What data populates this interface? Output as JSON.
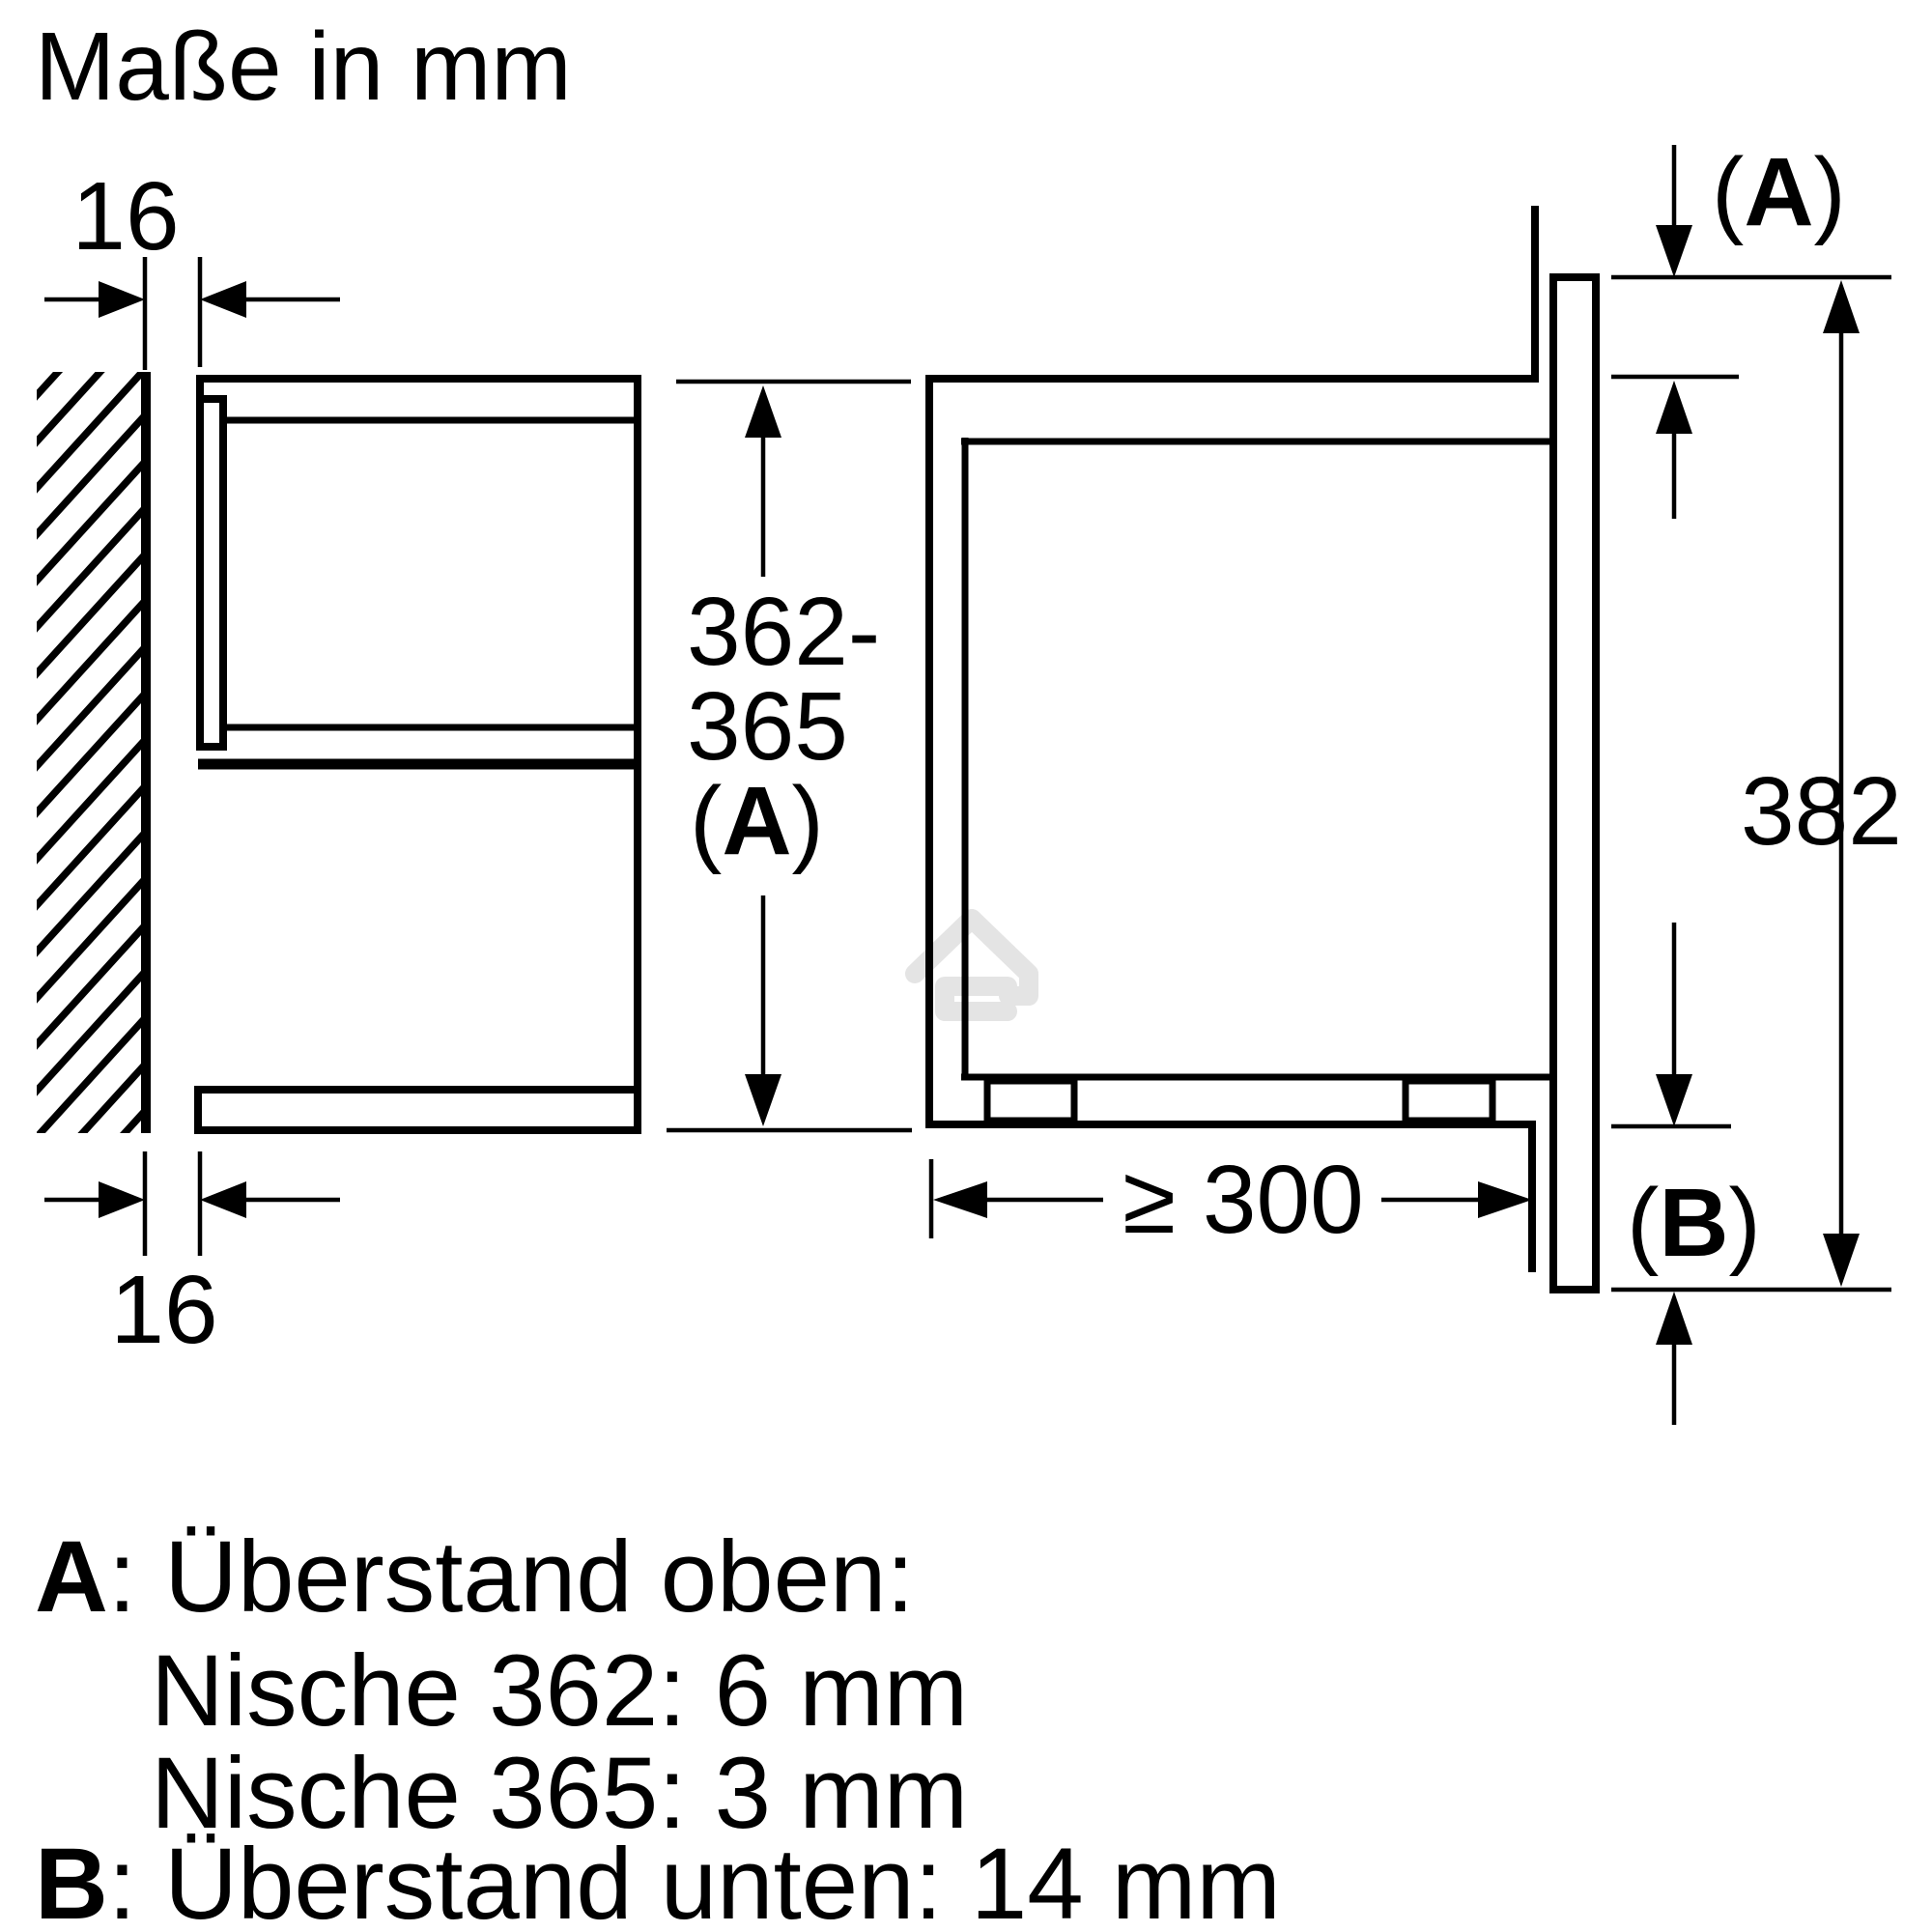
{
  "title": "Maße in mm",
  "colors": {
    "ink": "#000000",
    "background": "#ffffff",
    "watermark": "#e4e4e4"
  },
  "icons": {
    "watermark": "house-logo"
  },
  "left_figure": {
    "gap_top": "16",
    "gap_bottom": "16",
    "niche_height": {
      "line1": "362-",
      "line2": "365",
      "label_open": "(",
      "label_letter": "A",
      "label_close": ")"
    }
  },
  "right_figure": {
    "overhang_top": {
      "open": "(",
      "letter": "A",
      "close": ")"
    },
    "front_height": "382",
    "overhang_bottom": {
      "open": "(",
      "letter": "B",
      "close": ")"
    },
    "depth_min": "≥ 300"
  },
  "legend": {
    "a_key": "A",
    "a_rest": ": Überstand oben:",
    "a_sub1": "Nische 362: 6 mm",
    "a_sub2": "Nische 365: 3 mm",
    "b_key": "B",
    "b_rest": ": Überstand unten: 14 mm"
  }
}
